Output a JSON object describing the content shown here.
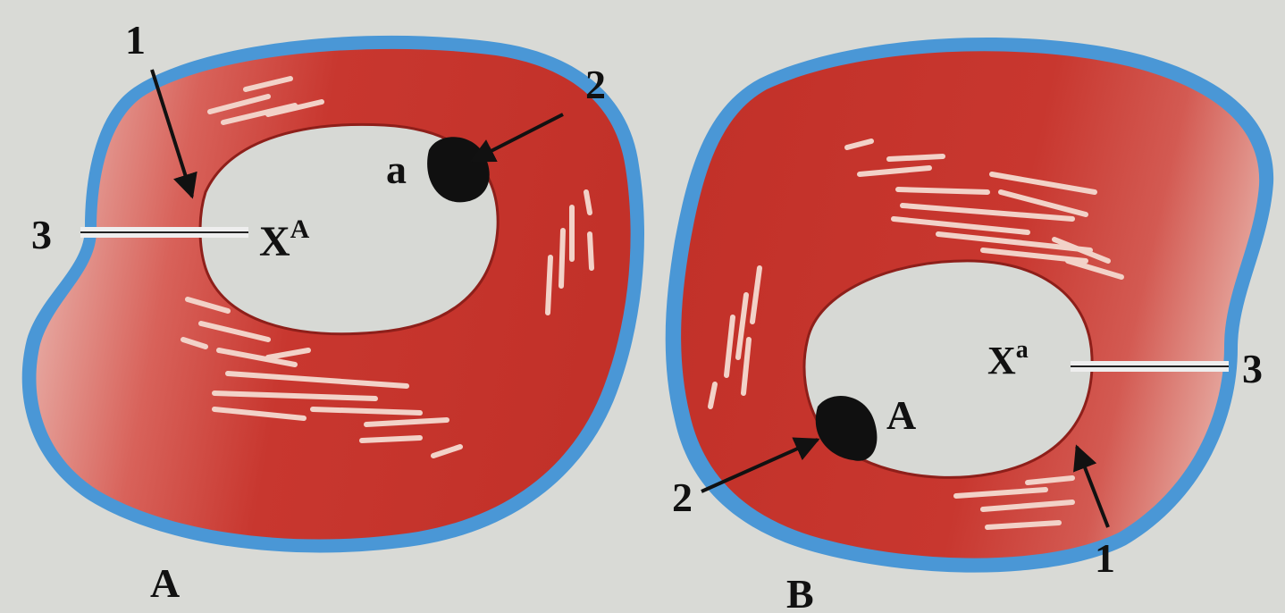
{
  "panels": [
    {
      "id": "A",
      "caption": "A",
      "center_label": "X",
      "center_superscript": "A",
      "spot_label": "a",
      "pointers": [
        "1",
        "2",
        "3"
      ]
    },
    {
      "id": "B",
      "caption": "B",
      "center_label": "X",
      "center_superscript": "a",
      "spot_label": "A",
      "pointers": [
        "1",
        "2",
        "3"
      ]
    }
  ],
  "colors": {
    "cytoplasm": "#c8372f",
    "cytoplasm_light": "#e9a9a0",
    "membrane": "#4a97d6",
    "nucleus": "#d7d9d5",
    "spot": "#101010",
    "background": "#d9dad6"
  }
}
